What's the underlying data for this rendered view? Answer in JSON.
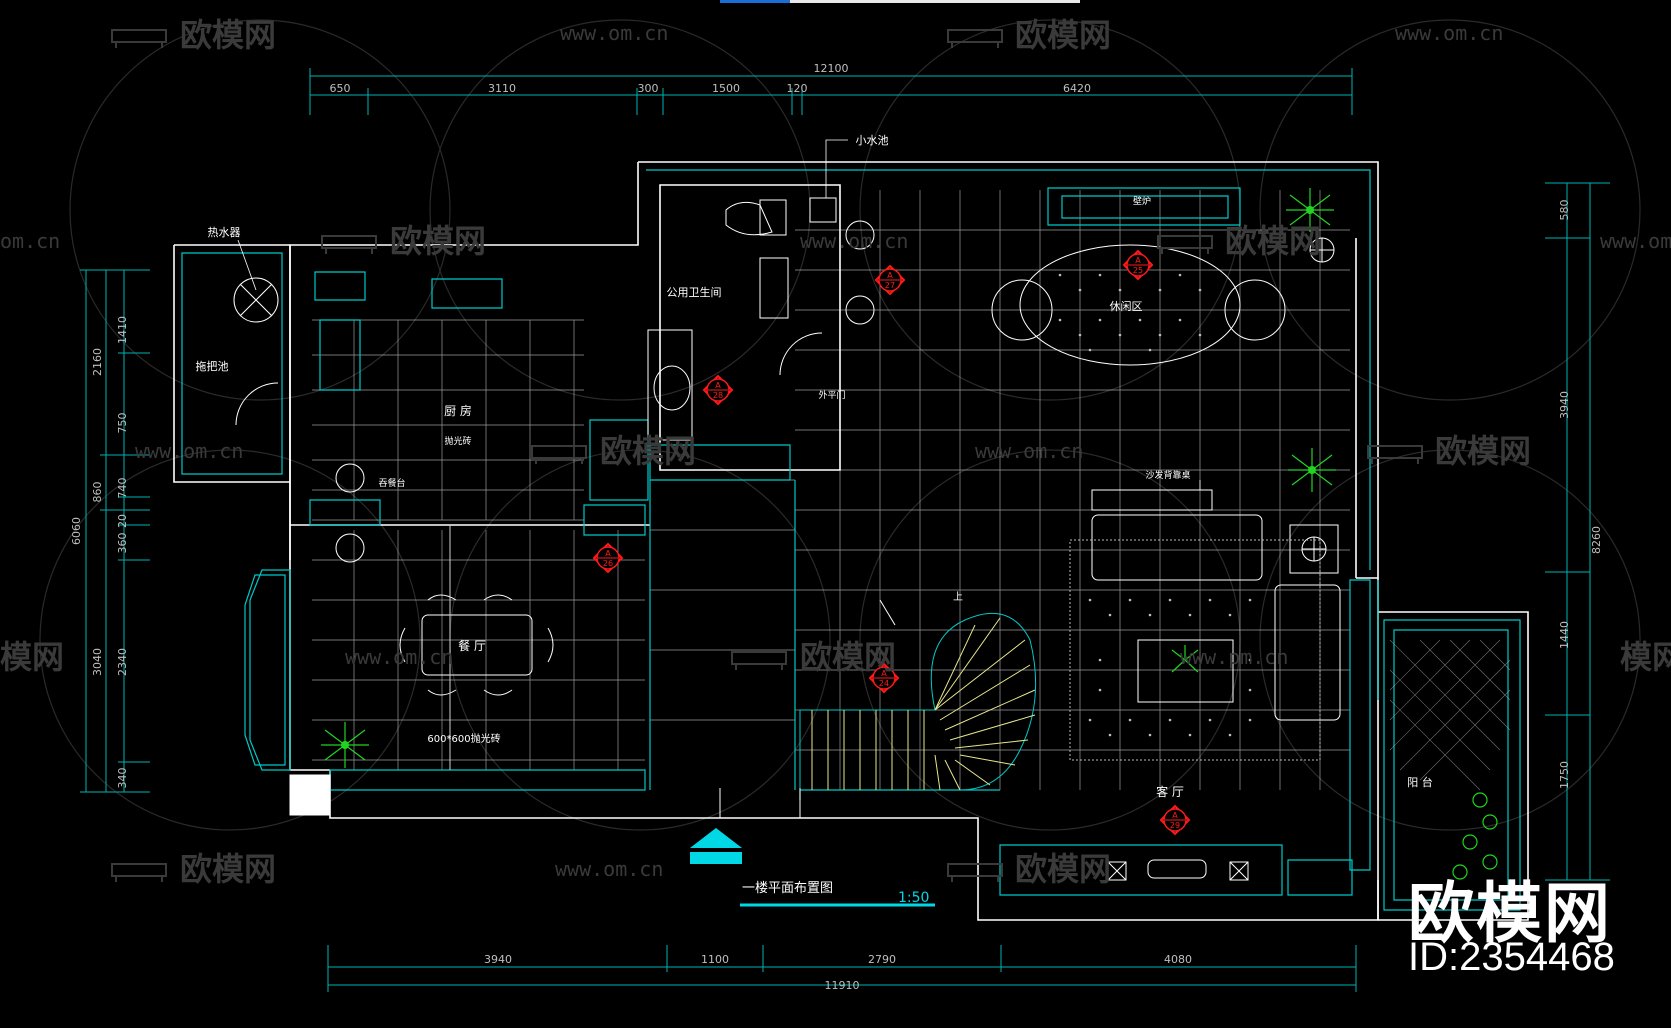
{
  "drawing": {
    "title": "一楼平面布置图",
    "scale": "1:50",
    "colors": {
      "background": "#000000",
      "wall": "#ffffff",
      "line": "#00c8c8",
      "dimension": "#00b3b3",
      "furniture": "#ffffff",
      "marker": "#ff1a1a",
      "plant": "#22d422",
      "stair": "#e6e68c",
      "title_mark": "#00d8e6"
    },
    "top_dims": {
      "total": "12100",
      "segments": [
        "650",
        "3110",
        "300",
        "1500",
        "120",
        "6420"
      ]
    },
    "bottom_dims": {
      "total": "11910",
      "segments": [
        "3940",
        "1100",
        "2790",
        "4080"
      ]
    },
    "left_dims": {
      "total": "6060",
      "outer": [
        "2160",
        "860",
        "3040"
      ],
      "inner": [
        "1410",
        "750",
        "740",
        "20",
        "360",
        "2340",
        "340"
      ]
    },
    "right_dims": {
      "total": "8260",
      "segments": [
        "580",
        "3940",
        "1440",
        "1750"
      ]
    },
    "rooms": {
      "water_heater": "热水器",
      "mop_pool": "拖把池",
      "kitchen": "厨 房",
      "kitchen_tile": "抛光砖",
      "counter": "吞餐台",
      "dining": "餐 厅",
      "dining_tile": "600*600抛光砖",
      "bathroom": "公用卫生间",
      "small_pool": "小水池",
      "pivot_door": "外平门",
      "lounge": "休闲区",
      "fireplace": "壁炉",
      "sofa_table": "沙发背靠桌",
      "living": "客 厅",
      "balcony": "阳 台",
      "stair_up": "上"
    },
    "markers": [
      {
        "label": "A",
        "num": "25"
      },
      {
        "label": "A",
        "num": "27"
      },
      {
        "label": "A",
        "num": "28"
      },
      {
        "label": "A",
        "num": "26"
      },
      {
        "label": "A",
        "num": "24"
      },
      {
        "label": "A",
        "num": "29"
      }
    ]
  },
  "watermarks": {
    "logo": "欧模网",
    "url": "www.om.cn",
    "url_alt": "www.pm.cn",
    "url_short": "om.cn",
    "partial_logo": "模网",
    "big_logo": "欧模网",
    "id": "ID:2354468"
  }
}
